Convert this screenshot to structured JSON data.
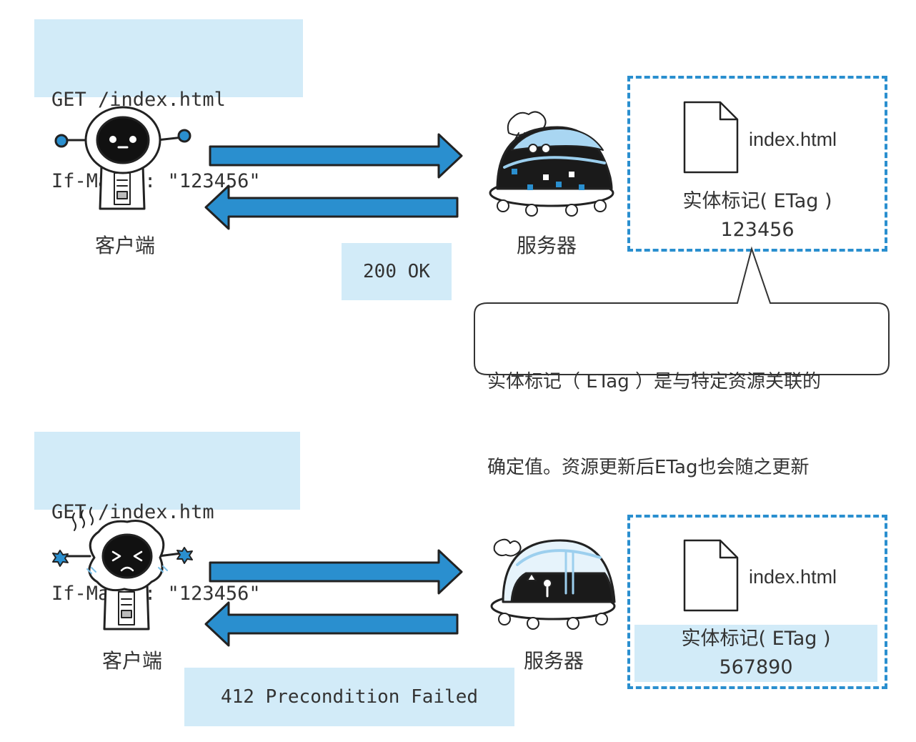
{
  "top": {
    "request": {
      "line1": "GET /index.html",
      "line2": "If-Match: \"123456\""
    },
    "response": "200 OK",
    "client_label": "客户端",
    "server_label": "服务器",
    "file_name": "index.html",
    "etag_label": "实体标记( ETag )",
    "etag_value": "123456",
    "callout_line1": "实体标记（ ETag ）是与特定资源关联的",
    "callout_line2": "确定值。资源更新后ETag也会随之更新"
  },
  "bottom": {
    "request": {
      "line1": "GET /index.htm",
      "line2": "If-Match: \"123456\""
    },
    "response": "412 Precondition Failed",
    "client_label": "客户端",
    "server_label": "服务器",
    "file_name": "index.html",
    "etag_label": "实体标记( ETag )",
    "etag_value": "567890"
  },
  "colors": {
    "accent_blue": "#2a8fcf",
    "light_blue": "#d2ebf8",
    "ink": "#222222"
  }
}
